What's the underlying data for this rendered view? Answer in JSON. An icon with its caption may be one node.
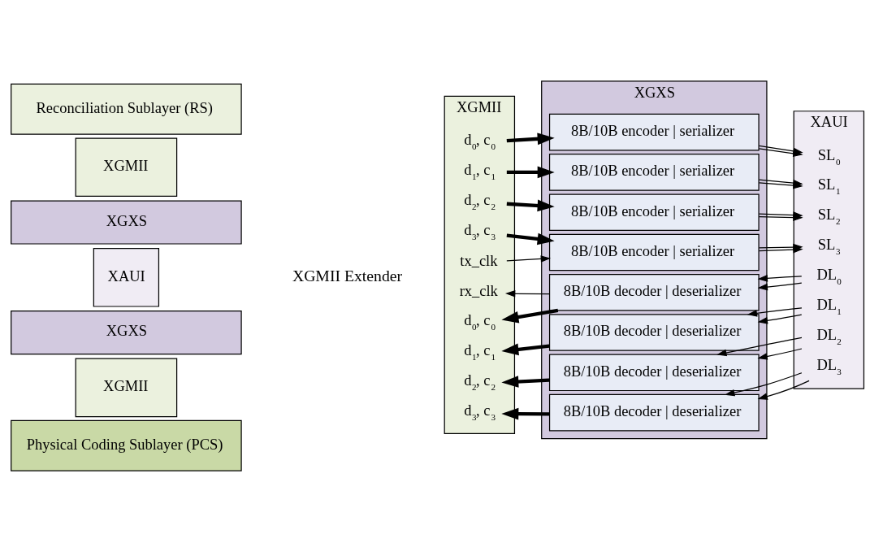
{
  "diagram": {
    "nodes": [
      {
        "text": [
          "Reconciliation Sublayer (RS)"
        ]
      },
      {
        "text": [
          "XGMII"
        ]
      },
      {
        "text": [
          "XGXS"
        ]
      },
      {
        "text": [
          "XAUI"
        ]
      },
      {
        "text": [
          "XGXS"
        ]
      },
      {
        "text": [
          "XGMII"
        ]
      },
      {
        "text": [
          "Physical Coding Sublayer (PCS)"
        ]
      },
      {
        "text": [
          "XGMII"
        ]
      },
      {
        "text": [
          "XGXS"
        ]
      },
      {
        "text": [
          "XAUI"
        ]
      },
      {
        "text": [
          "d$_{0}$, c$_{0}$"
        ],
        "in": 7
      },
      {
        "text": [
          "d$_{1}$, c$_{1}$"
        ],
        "in": 7
      },
      {
        "text": [
          "d$_{2}$, c$_{2}$"
        ],
        "in": 7
      },
      {
        "text": [
          "d$_{3}$, c$_{3}$"
        ],
        "in": 7
      },
      {
        "text": [
          "tx_clk"
        ],
        "in": 7
      },
      {
        "text": [
          "rx_clk"
        ],
        "in": 7
      },
      {
        "text": [
          "d$_{0}$, c$_{0}$"
        ],
        "in": 7
      },
      {
        "text": [
          "d$_{1}$, c$_{1}$"
        ],
        "in": 7
      },
      {
        "text": [
          "d$_{2}$, c$_{2}$"
        ],
        "in": 7
      },
      {
        "text": [
          "d$_{3}$, c$_{3}$"
        ],
        "in": 7
      },
      {
        "text": [
          "8B/10B encoder | serializer"
        ],
        "in": 8
      },
      {
        "text": [
          "8B/10B encoder | serializer"
        ],
        "in": 8
      },
      {
        "text": [
          "8B/10B encoder | serializer"
        ],
        "in": 8
      },
      {
        "text": [
          "8B/10B encoder | serializer"
        ],
        "in": 8
      },
      {
        "text": [
          "8B/10B decoder | deserializer"
        ],
        "in": 8
      },
      {
        "text": [
          "8B/10B decoder | deserializer"
        ],
        "in": 8
      },
      {
        "text": [
          "8B/10B decoder | deserializer"
        ],
        "in": 8
      },
      {
        "text": [
          "8B/10B decoder | deserializer"
        ],
        "in": 8
      },
      {
        "text": [
          "SL$_{0}$"
        ],
        "in": 9
      },
      {
        "text": [
          "SL$_{1}$"
        ],
        "in": 9
      },
      {
        "text": [
          "SL$_{2}$"
        ],
        "in": 9
      },
      {
        "text": [
          "SL$_{3}$"
        ],
        "in": 9
      },
      {
        "text": [
          "DL$_{0}$"
        ],
        "in": 9
      },
      {
        "text": [
          "DL$_{1}$"
        ],
        "in": 9
      },
      {
        "text": [
          "DL$_{2}$"
        ],
        "in": 9
      },
      {
        "text": [
          "DL$_{3}$"
        ],
        "in": 9
      }
    ],
    "edges": [
      {
        "from": 10,
        "to": 20,
        "arrow": "to",
        "style": "thick"
      },
      {
        "from": 11,
        "to": 21,
        "arrow": "to",
        "style": "thick"
      },
      {
        "from": 12,
        "to": 22,
        "arrow": "to",
        "style": "thick"
      },
      {
        "from": 13,
        "to": 23,
        "arrow": "to",
        "style": "thick"
      },
      {
        "from": 20,
        "to": 28,
        "arrow": "to"
      },
      {
        "from": 20,
        "to": 28,
        "arrow": "to"
      },
      {
        "from": 21,
        "to": 29,
        "arrow": "to"
      },
      {
        "from": 21,
        "to": 29,
        "arrow": "to"
      },
      {
        "from": 22,
        "to": 30,
        "arrow": "to"
      },
      {
        "from": 22,
        "to": 30,
        "arrow": "to"
      },
      {
        "from": 23,
        "to": 31,
        "arrow": "to"
      },
      {
        "from": 23,
        "to": 31,
        "arrow": "to"
      },
      {
        "from": 14,
        "to": 23,
        "arrow": "to"
      },
      {
        "from": 24,
        "to": 15,
        "arrow": "to"
      },
      {
        "from": 32,
        "to": 24,
        "arrow": "to"
      },
      {
        "from": 32,
        "to": 24,
        "arrow": "to"
      },
      {
        "from": 33,
        "to": 25,
        "arrow": "to"
      },
      {
        "from": 33,
        "to": 25,
        "arrow": "to"
      },
      {
        "from": 34,
        "to": 26,
        "arrow": "to"
      },
      {
        "from": 34,
        "to": 26,
        "arrow": "to"
      },
      {
        "from": 35,
        "to": 27,
        "arrow": "to"
      },
      {
        "from": 35,
        "to": 27,
        "arrow": "to"
      },
      {
        "from": 24,
        "to": 16,
        "arrow": "to",
        "style": "thick"
      },
      {
        "from": 25,
        "to": 17,
        "arrow": "to",
        "style": "thick"
      },
      {
        "from": 26,
        "to": 18,
        "arrow": "to",
        "style": "thick"
      },
      {
        "from": 27,
        "to": 19,
        "arrow": "to",
        "style": "thick"
      }
    ],
    "labels": [
      "XGMII Extender"
    ]
  }
}
